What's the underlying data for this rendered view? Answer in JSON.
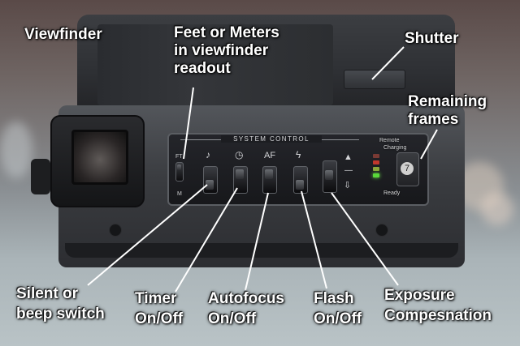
{
  "annotations": {
    "viewfinder": "Viewfinder",
    "feet_meters_line1": "Feet or Meters",
    "feet_meters_line2": "in viewfinder",
    "feet_meters_line3": "readout",
    "shutter": "Shutter",
    "remaining_line1": "Remaining",
    "remaining_line2": "frames",
    "silent_line1": "Silent or",
    "silent_line2": "beep switch",
    "timer_line1": "Timer",
    "timer_line2": "On/Off",
    "autofocus_line1": "Autofocus",
    "autofocus_line2": "On/Off",
    "flash_line1": "Flash",
    "flash_line2": "On/Off",
    "exposure_line1": "Exposure",
    "exposure_line2": "Compesnation"
  },
  "panel": {
    "title": "SYSTEM CONTROL",
    "ft_label": "FT",
    "m_label": "M",
    "af_label": "AF",
    "remote_label": "Remote",
    "charging_label": "Charging",
    "ready_label": "Ready",
    "frame_count": "7"
  },
  "colors": {
    "callout_text": "#ffffff",
    "leader_line": "#ffffff",
    "led_green": "#59d93a",
    "led_red": "#c2382d"
  }
}
